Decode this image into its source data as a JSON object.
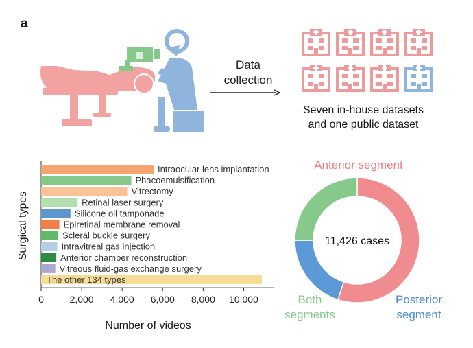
{
  "panel_label": "a",
  "flow": {
    "line1": "Data",
    "line2": "collection"
  },
  "summary": {
    "line1": "Seven in-house datasets",
    "line2": "and one public dataset"
  },
  "dataset_icons": [
    {
      "kind": "hospital-icon",
      "color": "#ef9a9a"
    },
    {
      "kind": "hospital-icon",
      "color": "#ef9a9a"
    },
    {
      "kind": "hospital-icon",
      "color": "#ef9a9a"
    },
    {
      "kind": "hospital-icon",
      "color": "#ef9a9a"
    },
    {
      "kind": "hospital-icon",
      "color": "#ef9a9a"
    },
    {
      "kind": "hospital-icon",
      "color": "#ef9a9a"
    },
    {
      "kind": "hospital-icon",
      "color": "#ef9a9a"
    },
    {
      "kind": "hospital-icon",
      "color": "#8fb5dd"
    }
  ],
  "colors": {
    "pink": "#f2a3a1",
    "blue": "#7fa8d6"
  },
  "chart_data": [
    {
      "type": "bar",
      "orientation": "horizontal",
      "ylabel": "Surgical types",
      "xlabel": "Number of videos",
      "xlim": [
        0,
        11500
      ],
      "xticks": [
        0,
        2000,
        4000,
        6000,
        8000,
        10000
      ],
      "xtick_labels": [
        "0",
        "2,000",
        "4,000",
        "6,000",
        "8,000",
        "10,000"
      ],
      "categories": [
        "Intraocular lens implantation",
        "Phacoemulsification",
        "Vitrectomy",
        "Retinal laser surgery",
        "Silicone oil tamponade",
        "Epiretinal membrane removal",
        "Scleral buckle surgery",
        "Intravitreal gas injection",
        "Anterior chamber reconstruction",
        "Vitreous fluid-gas exchange surgery",
        "The other 134 types"
      ],
      "values": [
        5550,
        4450,
        4250,
        1800,
        1450,
        900,
        850,
        800,
        750,
        700,
        10900
      ],
      "colors": [
        "#f4a46f",
        "#86c98a",
        "#f9c397",
        "#b3deae",
        "#5e97cc",
        "#f07f4a",
        "#64b86a",
        "#b4cee3",
        "#2f8a44",
        "#aaaace",
        "#f5dc97"
      ]
    },
    {
      "type": "pie",
      "style": "donut",
      "center_label": "11,426 cases",
      "slices": [
        {
          "label": "Anterior segment",
          "value": 55,
          "color": "#f08c8f"
        },
        {
          "label": "Posterior segment",
          "value": 20,
          "color": "#5b9ad6"
        },
        {
          "label": "Both segments",
          "value": 25,
          "color": "#86c98a"
        }
      ],
      "label_colors": {
        "Anterior segment": "#ec7b80",
        "Posterior segment": "#4a8ad0",
        "Both segments": "#86c98a"
      }
    }
  ]
}
